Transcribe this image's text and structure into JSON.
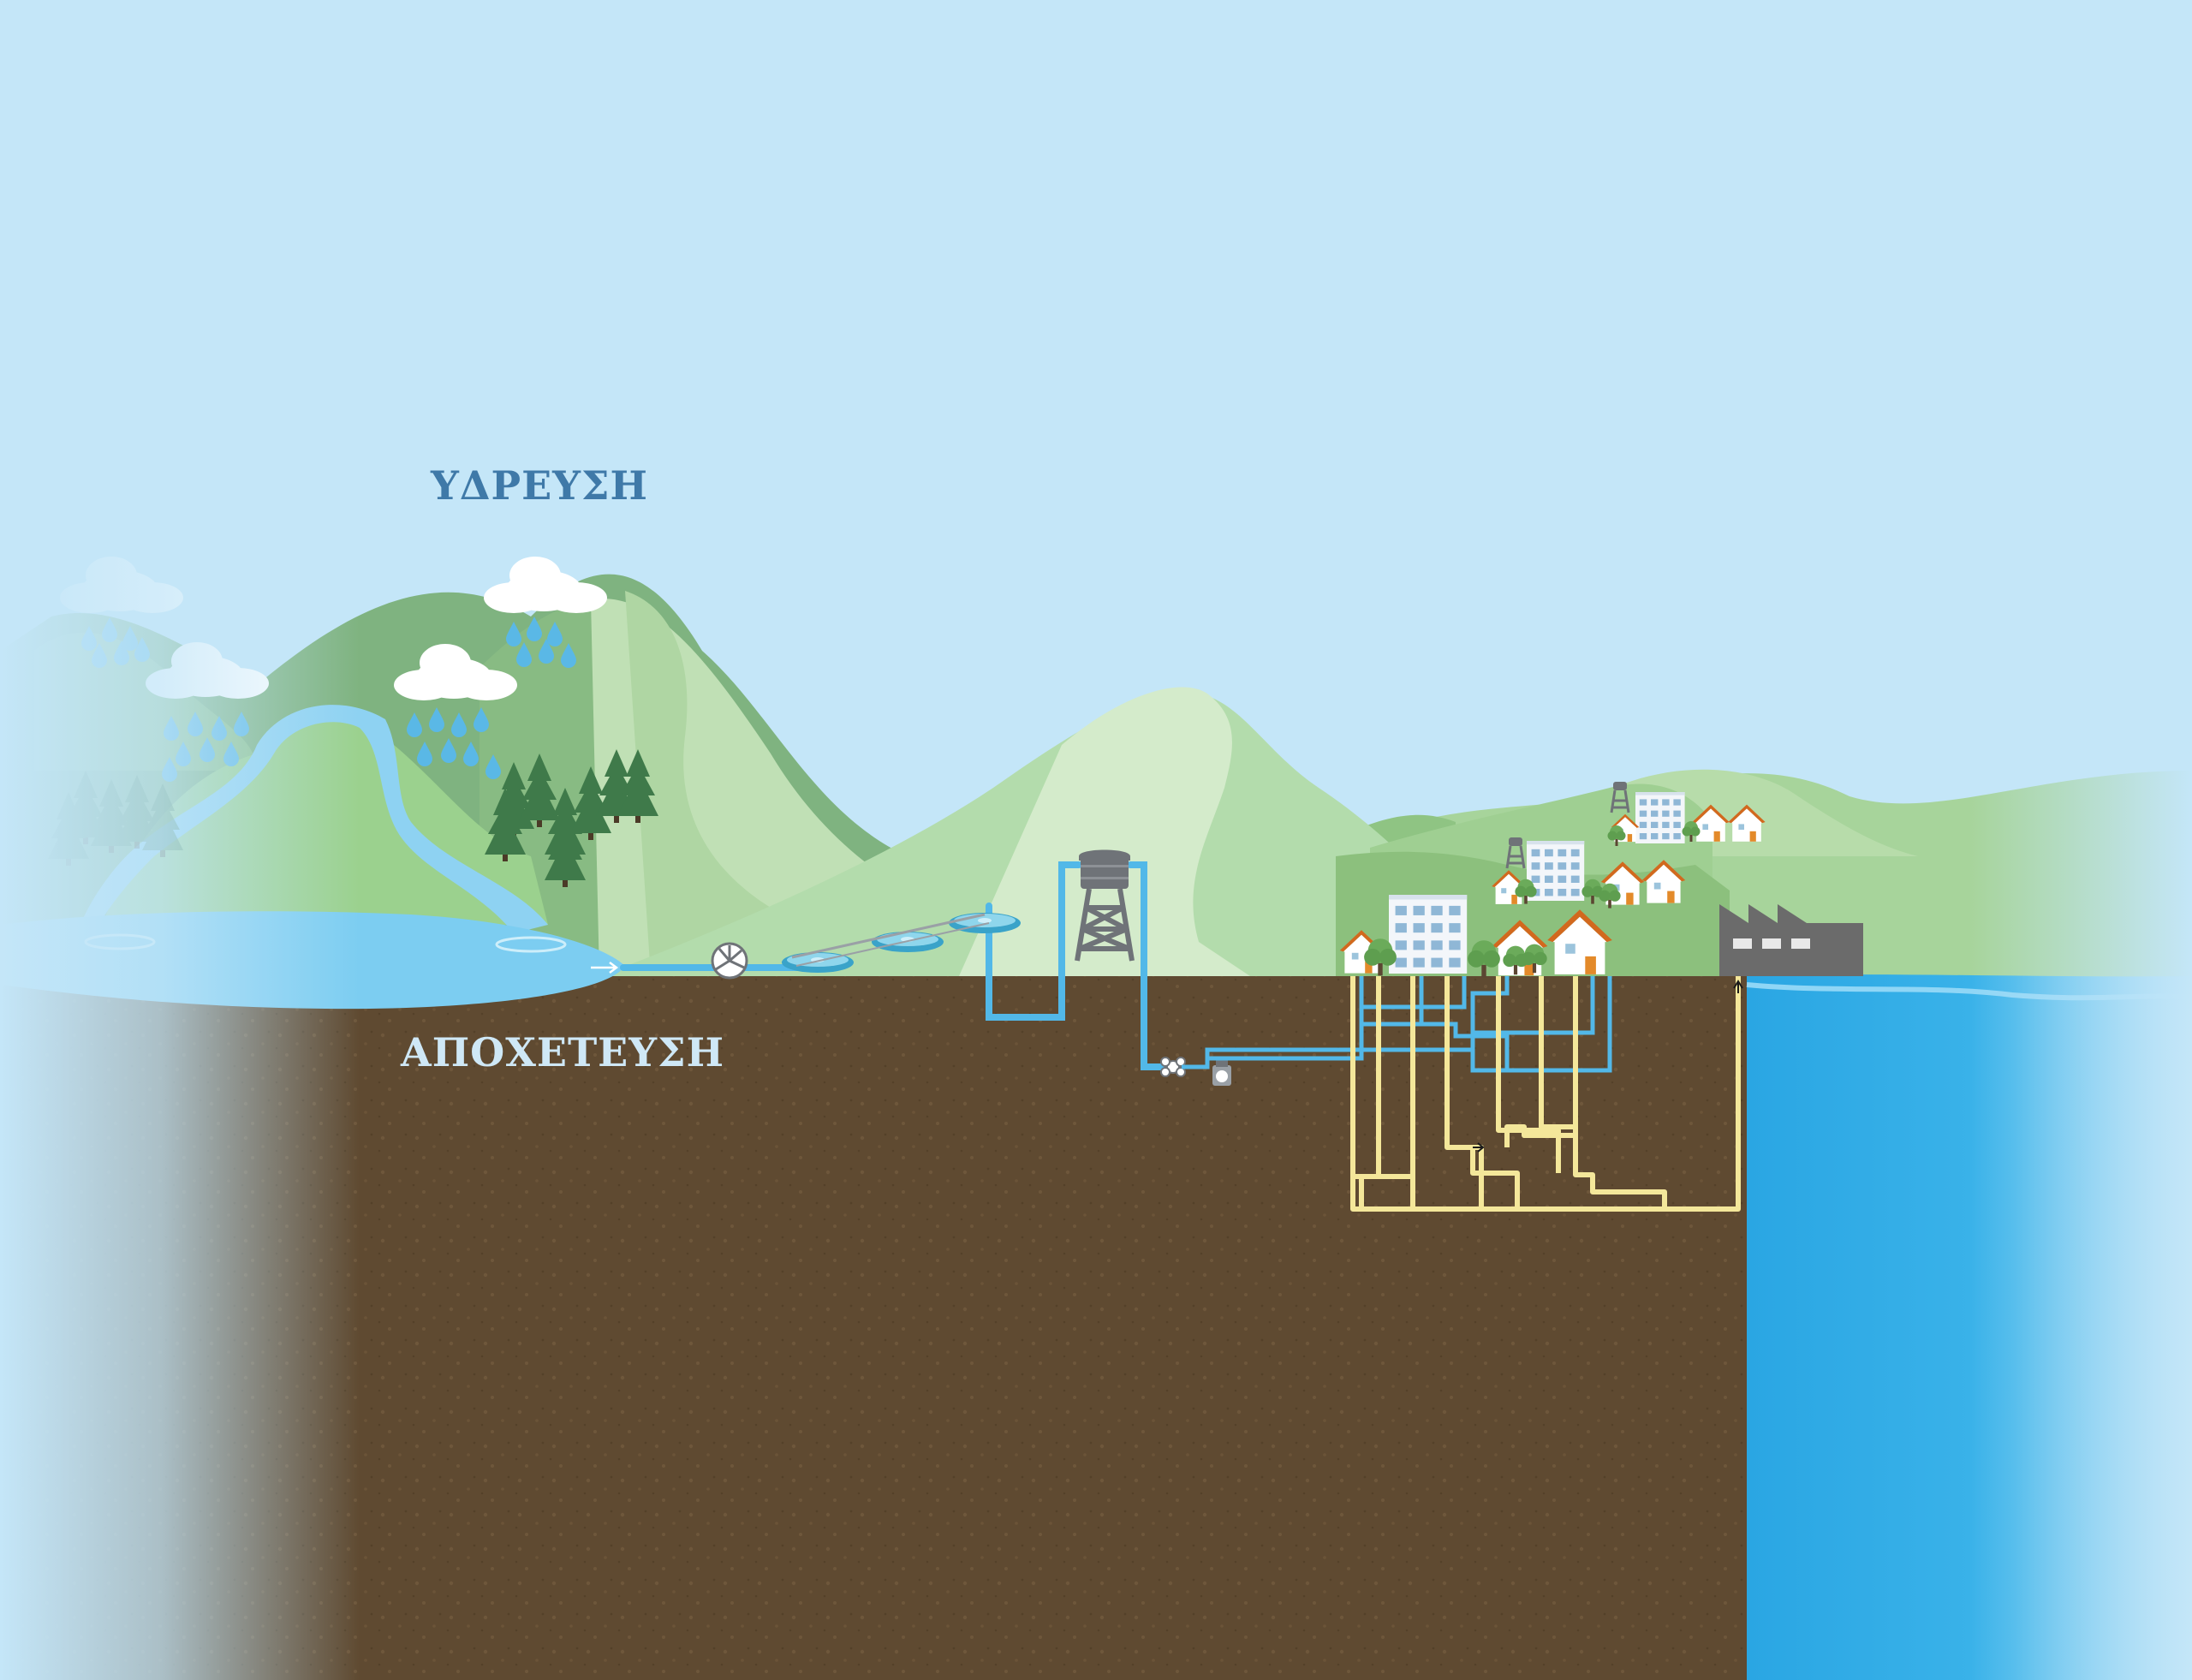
{
  "labels": {
    "water_supply": "ΥΔΡΕΥΣΗ",
    "sewerage": "ΑΠΟΧΕΤΕΥΣΗ"
  },
  "colors": {
    "sky": "#c4e6f8",
    "soil": "#5f4a31",
    "sea": "#2aa6e3",
    "lake": "#7ccdf1",
    "clean_water_pipe": "#52b8e8",
    "sewage_pipe": "#f4e79a",
    "supply_label": "#3f79a8",
    "sewage_label": "#cfe8f6",
    "factory": "#6b6b6b"
  },
  "scene_elements": [
    "rain-cloud-icon",
    "reservoir-lake",
    "waterfall",
    "pump-icon",
    "settling-tank-icon",
    "water-tower-icon",
    "valve-icon",
    "water-meter-icon",
    "house-icon",
    "apartment-building-icon",
    "tree-icon",
    "factory-icon",
    "sea"
  ]
}
